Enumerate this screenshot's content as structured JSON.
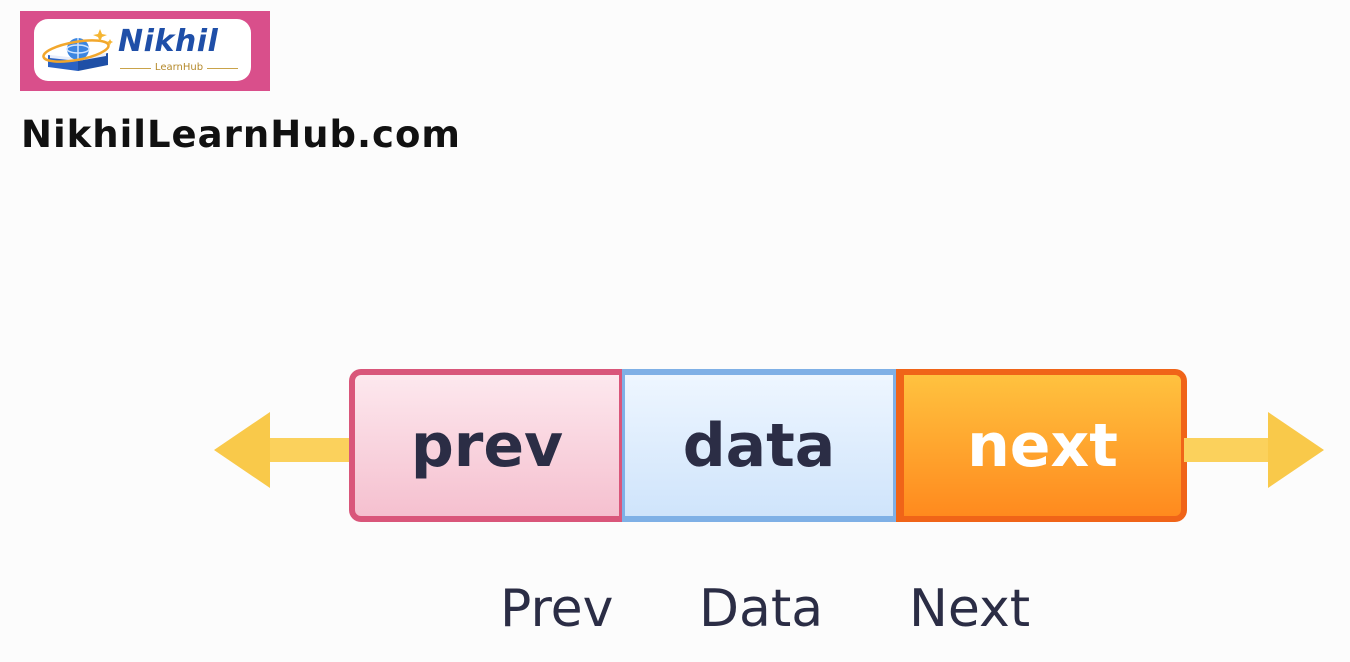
{
  "logo": {
    "name": "Nikhil",
    "tagline": "LearnHub",
    "badge_color": "#d94f8b",
    "name_color": "#1f4fa8"
  },
  "site_title": "NikhilLearnHub.com",
  "node": {
    "fields": [
      {
        "key": "prev",
        "label": "prev",
        "caption": "Prev",
        "color": "#d9567a"
      },
      {
        "key": "data",
        "label": "data",
        "caption": "Data",
        "color": "#7fb0e6"
      },
      {
        "key": "next",
        "label": "next",
        "caption": "Next",
        "color": "#f06418"
      }
    ],
    "arrow_color": "#f9c94a"
  }
}
